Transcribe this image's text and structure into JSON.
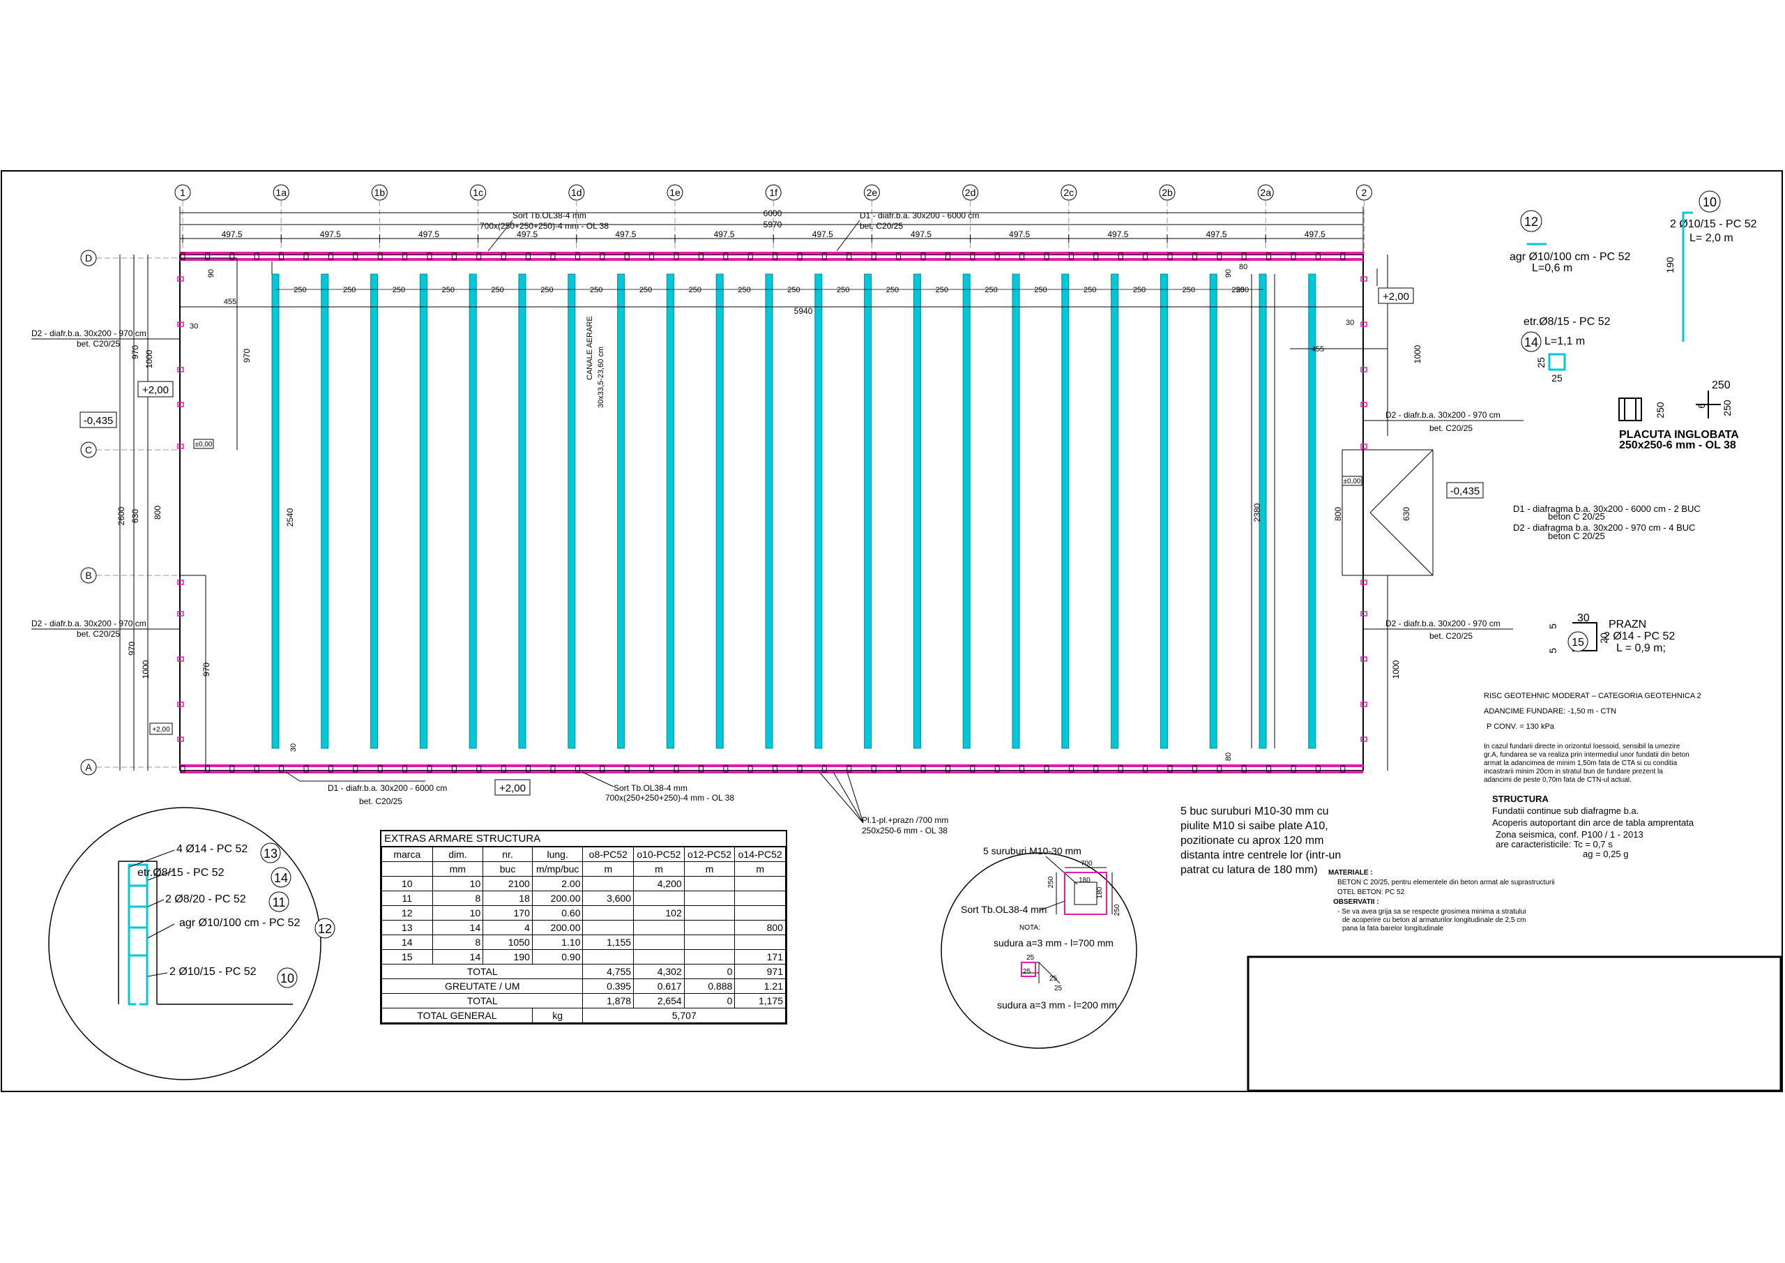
{
  "grid": {
    "columns": [
      "1",
      "1a",
      "1b",
      "1c",
      "1d",
      "1e",
      "1f",
      "2e",
      "2d",
      "2c",
      "2b",
      "2a",
      "2"
    ],
    "rows": [
      "D",
      "C",
      "B",
      "A"
    ]
  },
  "dims": {
    "total_top": "6000",
    "total_inner": "5970",
    "span_bay": "497.5",
    "beam_gap": "250",
    "inner_length": "5940",
    "d455": "455",
    "d30": "30",
    "d90": "90",
    "d80": "80",
    "d970": "970",
    "d1000": "1000",
    "d630": "630",
    "d800": "800",
    "d2600": "2600",
    "d2540": "2540",
    "d2380": "2380"
  },
  "levels": {
    "plus200": "+2,00",
    "minus0435": "-0,435",
    "zero": "±0,00"
  },
  "callouts": {
    "sort_top_1": "Sort Tb.OL38-4 mm",
    "sort_top_2": "700x(250+250+250)-4 mm - OL 38",
    "d1_top_1": "D1  - diafr.b.a. 30x200 - 6000 cm",
    "d1_top_2": "bet. C20/25",
    "d2_left_1": "D2  - diafr.b.a. 30x200 - 970 cm",
    "d2_left_2": "bet. C20/25",
    "d2_leftb_1": "D2  - diafr.b.a. 30x200 - 970 cm",
    "d2_leftb_2": "bet. C20/25",
    "d2_right_1": "D2  - diafr.b.a. 30x200 - 970 cm",
    "d2_right_2": "bet. C20/25",
    "d2_rightb_1": "D2  - diafr.b.a. 30x200 - 970 cm",
    "d2_rightb_2": "bet. C20/25",
    "canale_1": "CANALE AERARE",
    "canale_2": "30x33,5-23,60 cm",
    "d1_bot_1": "D1  - diafr.b.a. 30x200 - 6000 cm",
    "d1_bot_2": "bet. C20/25",
    "sort_bot_1": "Sort Tb.OL38-4 mm",
    "sort_bot_2": "700x(250+250+250)-4 mm - OL 38",
    "pl_1": "Pl.1-pl.+prazn /700 mm",
    "pl_2": "250x250-6 mm - OL 38"
  },
  "rebar": {
    "n10": "10",
    "m10_1": "2 Ø10/15  - PC 52",
    "m10_2": "L= 2,0 m",
    "dim190": "190",
    "n12": "12",
    "m12_1": "agr Ø10/100 cm  - PC 52",
    "m12_2": "L=0,6 m",
    "n14": "14",
    "m14_1": "etr.Ø8/15 - PC 52",
    "m14_2": "L=1,1 m",
    "dim25": "25",
    "plac_250": "250",
    "plac_6": "6",
    "plac_1": "PLACUTA INGLOBATA",
    "plac_2": "250x250-6 mm - OL 38",
    "d1_note": "D1  -  diafragma b.a. 30x200 - 6000 cm - 2 BUC",
    "d1_beton": "beton C 20/25",
    "d2_note": "D2  -  diafragma b.a. 30x200 - 970 cm - 4 BUC",
    "d2_beton": "beton C 20/25",
    "n15": "15",
    "prazn_30": "30",
    "prazn_5": "5",
    "prazn_20": "20",
    "prazn_1": "PRAZN",
    "prazn_2": "2 Ø14 - PC 52",
    "prazn_3": "L = 0,9 m;"
  },
  "notes": {
    "risc": "RISC GEOTEHNIC MODERAT – CATEGORIA GEOTEHNICA 2",
    "adancime": "ADANCIME FUNDARE: -1,50 m - CTN",
    "pconv": "P CONV. = 130 kPa",
    "p1": "In cazul fundarii directe in orizontul loessoid, sensibil la umezire",
    "p2": "gr.A, fundarea se va realiza prin intermediul unor fundatii din beton",
    "p3": "armat la adancimea de minim 1,50m fata de CTA si cu conditia",
    "p4": "incastrarii minim 20cm in stratul bun de fundare prezent la",
    "p5": "adancimi de peste 0,70m fata de CTN-ul actual.",
    "structura": "STRUCTURA",
    "s1": "Fundatii continue sub diafragme b.a.",
    "s2": "Acoperis autoportant din arce de tabla amprentata",
    "s3": "Zona seismica, conf. P100 / 1 - 2013",
    "s4": "are caracteristicile:   Tc = 0,7 s",
    "s5": "ag = 0,25 g",
    "mat": "MATERIALE :",
    "m1": "BETON C 20/25, pentru elementele din beton armat ale suprastructurii",
    "m2": "OTEL BETON:  PC 52",
    "obs": "OBSERVATII :",
    "o1": "- Se va avea grija sa se respecte grosimea minima a stratului",
    "o2": "de acoperire cu beton al armaturilor longitudinale de 2,5 cm",
    "o3": "pana la fata barelor longitudinale",
    "bolt_1": "5 buc suruburi M10-30 mm cu",
    "bolt_2": "piulite M10 si saibe plate A10,",
    "bolt_3": "pozitionate cu  aprox 120 mm",
    "bolt_4": "distanta intre centrele lor (intr-un",
    "bolt_5": "patrat cu latura de 180 mm)"
  },
  "detail_left": {
    "l13": "4 Ø14  - PC 52",
    "n13": "13",
    "l14": "etr.Ø8/15 - PC 52",
    "n14": "14",
    "l11": "2 Ø8/20  - PC 52",
    "n11": "11",
    "l12": "agr Ø10/100 cm  - PC 52",
    "n12": "12",
    "l10": "2 Ø10/15  - PC 52",
    "n10": "10"
  },
  "detail_right": {
    "title": "5 suruburi M10-30 mm",
    "d700": "700",
    "d250": "250",
    "d180": "180",
    "sort": "Sort Tb.OL38-4 mm",
    "nota": "NOTA:",
    "w1": "sudura a=3 mm - l=700 mm",
    "d25": "25",
    "w2": "sudura a=3 mm - l=200 mm"
  },
  "extras": {
    "caption": "EXTRAS ARMARE  STRUCTURA",
    "header1": [
      "marca",
      "dim.",
      "nr.",
      "lung.",
      "o8-PC52",
      "o10-PC52",
      "o12-PC52",
      "o14-PC52"
    ],
    "header2": [
      "",
      "mm",
      "buc",
      "m/mp/buc",
      "m",
      "m",
      "m",
      "m"
    ],
    "rows": [
      [
        "10",
        "10",
        "2100",
        "2.00",
        "",
        "4,200",
        "",
        ""
      ],
      [
        "11",
        "8",
        "18",
        "200.00",
        "3,600",
        "",
        "",
        ""
      ],
      [
        "12",
        "10",
        "170",
        "0.60",
        "",
        "102",
        "",
        ""
      ],
      [
        "13",
        "14",
        "4",
        "200.00",
        "",
        "",
        "",
        "800"
      ],
      [
        "14",
        "8",
        "1050",
        "1.10",
        "1,155",
        "",
        "",
        ""
      ],
      [
        "15",
        "14",
        "190",
        "0.90",
        "",
        "",
        "",
        "171"
      ]
    ],
    "total1": [
      "TOTAL",
      "4,755",
      "4,302",
      "0",
      "971"
    ],
    "greutate": [
      "GREUTATE / UM",
      "0.395",
      "0.617",
      "0.888",
      "1.21"
    ],
    "total2": [
      "TOTAL",
      "1,878",
      "2,654",
      "0",
      "1,175"
    ],
    "general": [
      "TOTAL GENERAL",
      "kg",
      "5,707"
    ]
  },
  "colors": {
    "beam": "#00c8d8",
    "diaphragm": "#e01ca8",
    "line": "#000000",
    "dimline": "#555555"
  }
}
